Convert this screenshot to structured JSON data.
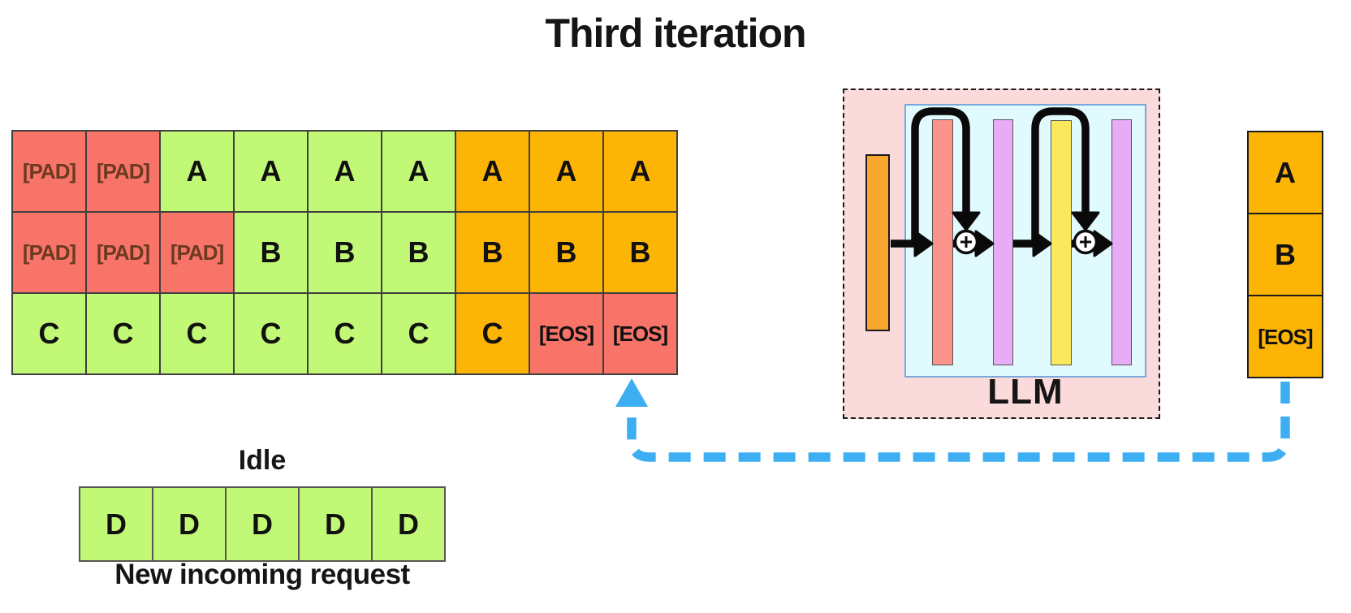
{
  "title": "Third iteration",
  "colors": {
    "green": "#c1f875",
    "orange": "#fcb405",
    "red": "#f97468",
    "pad_text": "#6b3a20",
    "blue_arrow": "#3daef2",
    "pink_box": "#fbdadb",
    "cyan_box": "#e0fafd",
    "bar_orange": "#f9a62e",
    "bar_salmon": "#fb938a",
    "bar_violet": "#e8acf7",
    "bar_yellow": "#fbe95d"
  },
  "batch_grid": {
    "cells": [
      {
        "label": "[PAD]",
        "color": "pad"
      },
      {
        "label": "[PAD]",
        "color": "pad"
      },
      {
        "label": "A",
        "color": "green"
      },
      {
        "label": "A",
        "color": "green"
      },
      {
        "label": "A",
        "color": "green"
      },
      {
        "label": "A",
        "color": "green"
      },
      {
        "label": "A",
        "color": "orange"
      },
      {
        "label": "A",
        "color": "orange"
      },
      {
        "label": "A",
        "color": "orange"
      },
      {
        "label": "[PAD]",
        "color": "pad"
      },
      {
        "label": "[PAD]",
        "color": "pad"
      },
      {
        "label": "[PAD]",
        "color": "pad"
      },
      {
        "label": "B",
        "color": "green"
      },
      {
        "label": "B",
        "color": "green"
      },
      {
        "label": "B",
        "color": "green"
      },
      {
        "label": "B",
        "color": "orange"
      },
      {
        "label": "B",
        "color": "orange"
      },
      {
        "label": "B",
        "color": "orange"
      },
      {
        "label": "C",
        "color": "green"
      },
      {
        "label": "C",
        "color": "green"
      },
      {
        "label": "C",
        "color": "green"
      },
      {
        "label": "C",
        "color": "green"
      },
      {
        "label": "C",
        "color": "green"
      },
      {
        "label": "C",
        "color": "green"
      },
      {
        "label": "C",
        "color": "orange"
      },
      {
        "label": "[EOS]",
        "color": "red"
      },
      {
        "label": "[EOS]",
        "color": "red"
      }
    ]
  },
  "idle": {
    "label": "Idle",
    "cells": [
      {
        "label": "D",
        "color": "green"
      },
      {
        "label": "D",
        "color": "green"
      },
      {
        "label": "D",
        "color": "green"
      },
      {
        "label": "D",
        "color": "green"
      },
      {
        "label": "D",
        "color": "green"
      }
    ],
    "caption": "New incoming request"
  },
  "llm": {
    "label": "LLM"
  },
  "output_column": {
    "cells": [
      {
        "label": "A",
        "color": "orange"
      },
      {
        "label": "B",
        "color": "orange"
      },
      {
        "label": "[EOS]",
        "color": "orange"
      }
    ]
  }
}
